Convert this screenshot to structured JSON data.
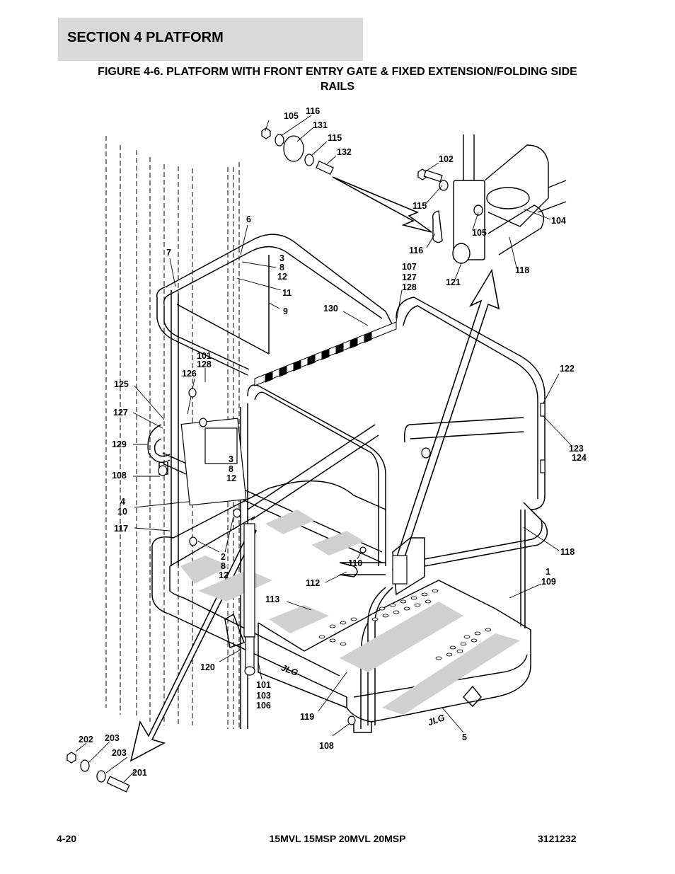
{
  "header": {
    "section_title": "SECTION 4   PLATFORM"
  },
  "figure": {
    "title_line1": "FIGURE 4-6. PLATFORM WITH FRONT ENTRY GATE & FIXED EXTENSION/FOLDING SIDE",
    "title_line2": "RAILS"
  },
  "callouts": {
    "c105a": "105",
    "c116a": "116",
    "c131": "131",
    "c115a": "115",
    "c132": "132",
    "c102": "102",
    "c115b": "115",
    "c104": "104",
    "c105b": "105",
    "c116b": "116",
    "c118a": "118",
    "c121": "121",
    "c6": "6",
    "c7": "7",
    "g1_l1": "3",
    "g1_l2": "8",
    "g1_l3": "12",
    "c11": "11",
    "c9": "9",
    "g2_l1": "107",
    "g2_l2": "127",
    "g2_l3": "128",
    "c130": "130",
    "g3_l1": "101",
    "g3_l2": "128",
    "c126": "126",
    "c122": "122",
    "c125": "125",
    "c127": "127",
    "c129": "129",
    "g4_l1": "3",
    "g4_l2": "8",
    "g4_l3": "12",
    "g5_l1": "123",
    "g5_l2": "124",
    "c108a": "108",
    "g6_l1": "4",
    "g6_l2": "10",
    "c117": "117",
    "c118b": "118",
    "g7_l1": "2",
    "g7_l2": "8",
    "g7_l3": "12",
    "c110": "110",
    "g8_l1": "1",
    "g8_l2": "109",
    "c112": "112",
    "c113": "113",
    "c120": "120",
    "g9_l1": "101",
    "g9_l2": "103",
    "g9_l3": "106",
    "c119": "119",
    "c202": "202",
    "c203a": "203",
    "c203b": "203",
    "c201": "201",
    "c108b": "108",
    "c5": "5"
  },
  "logos": {
    "logo_text": "JLG"
  },
  "footer": {
    "page_number": "4-20",
    "models": "15MVL 15MSP 20MVL 20MSP",
    "doc_number": "3121232"
  }
}
